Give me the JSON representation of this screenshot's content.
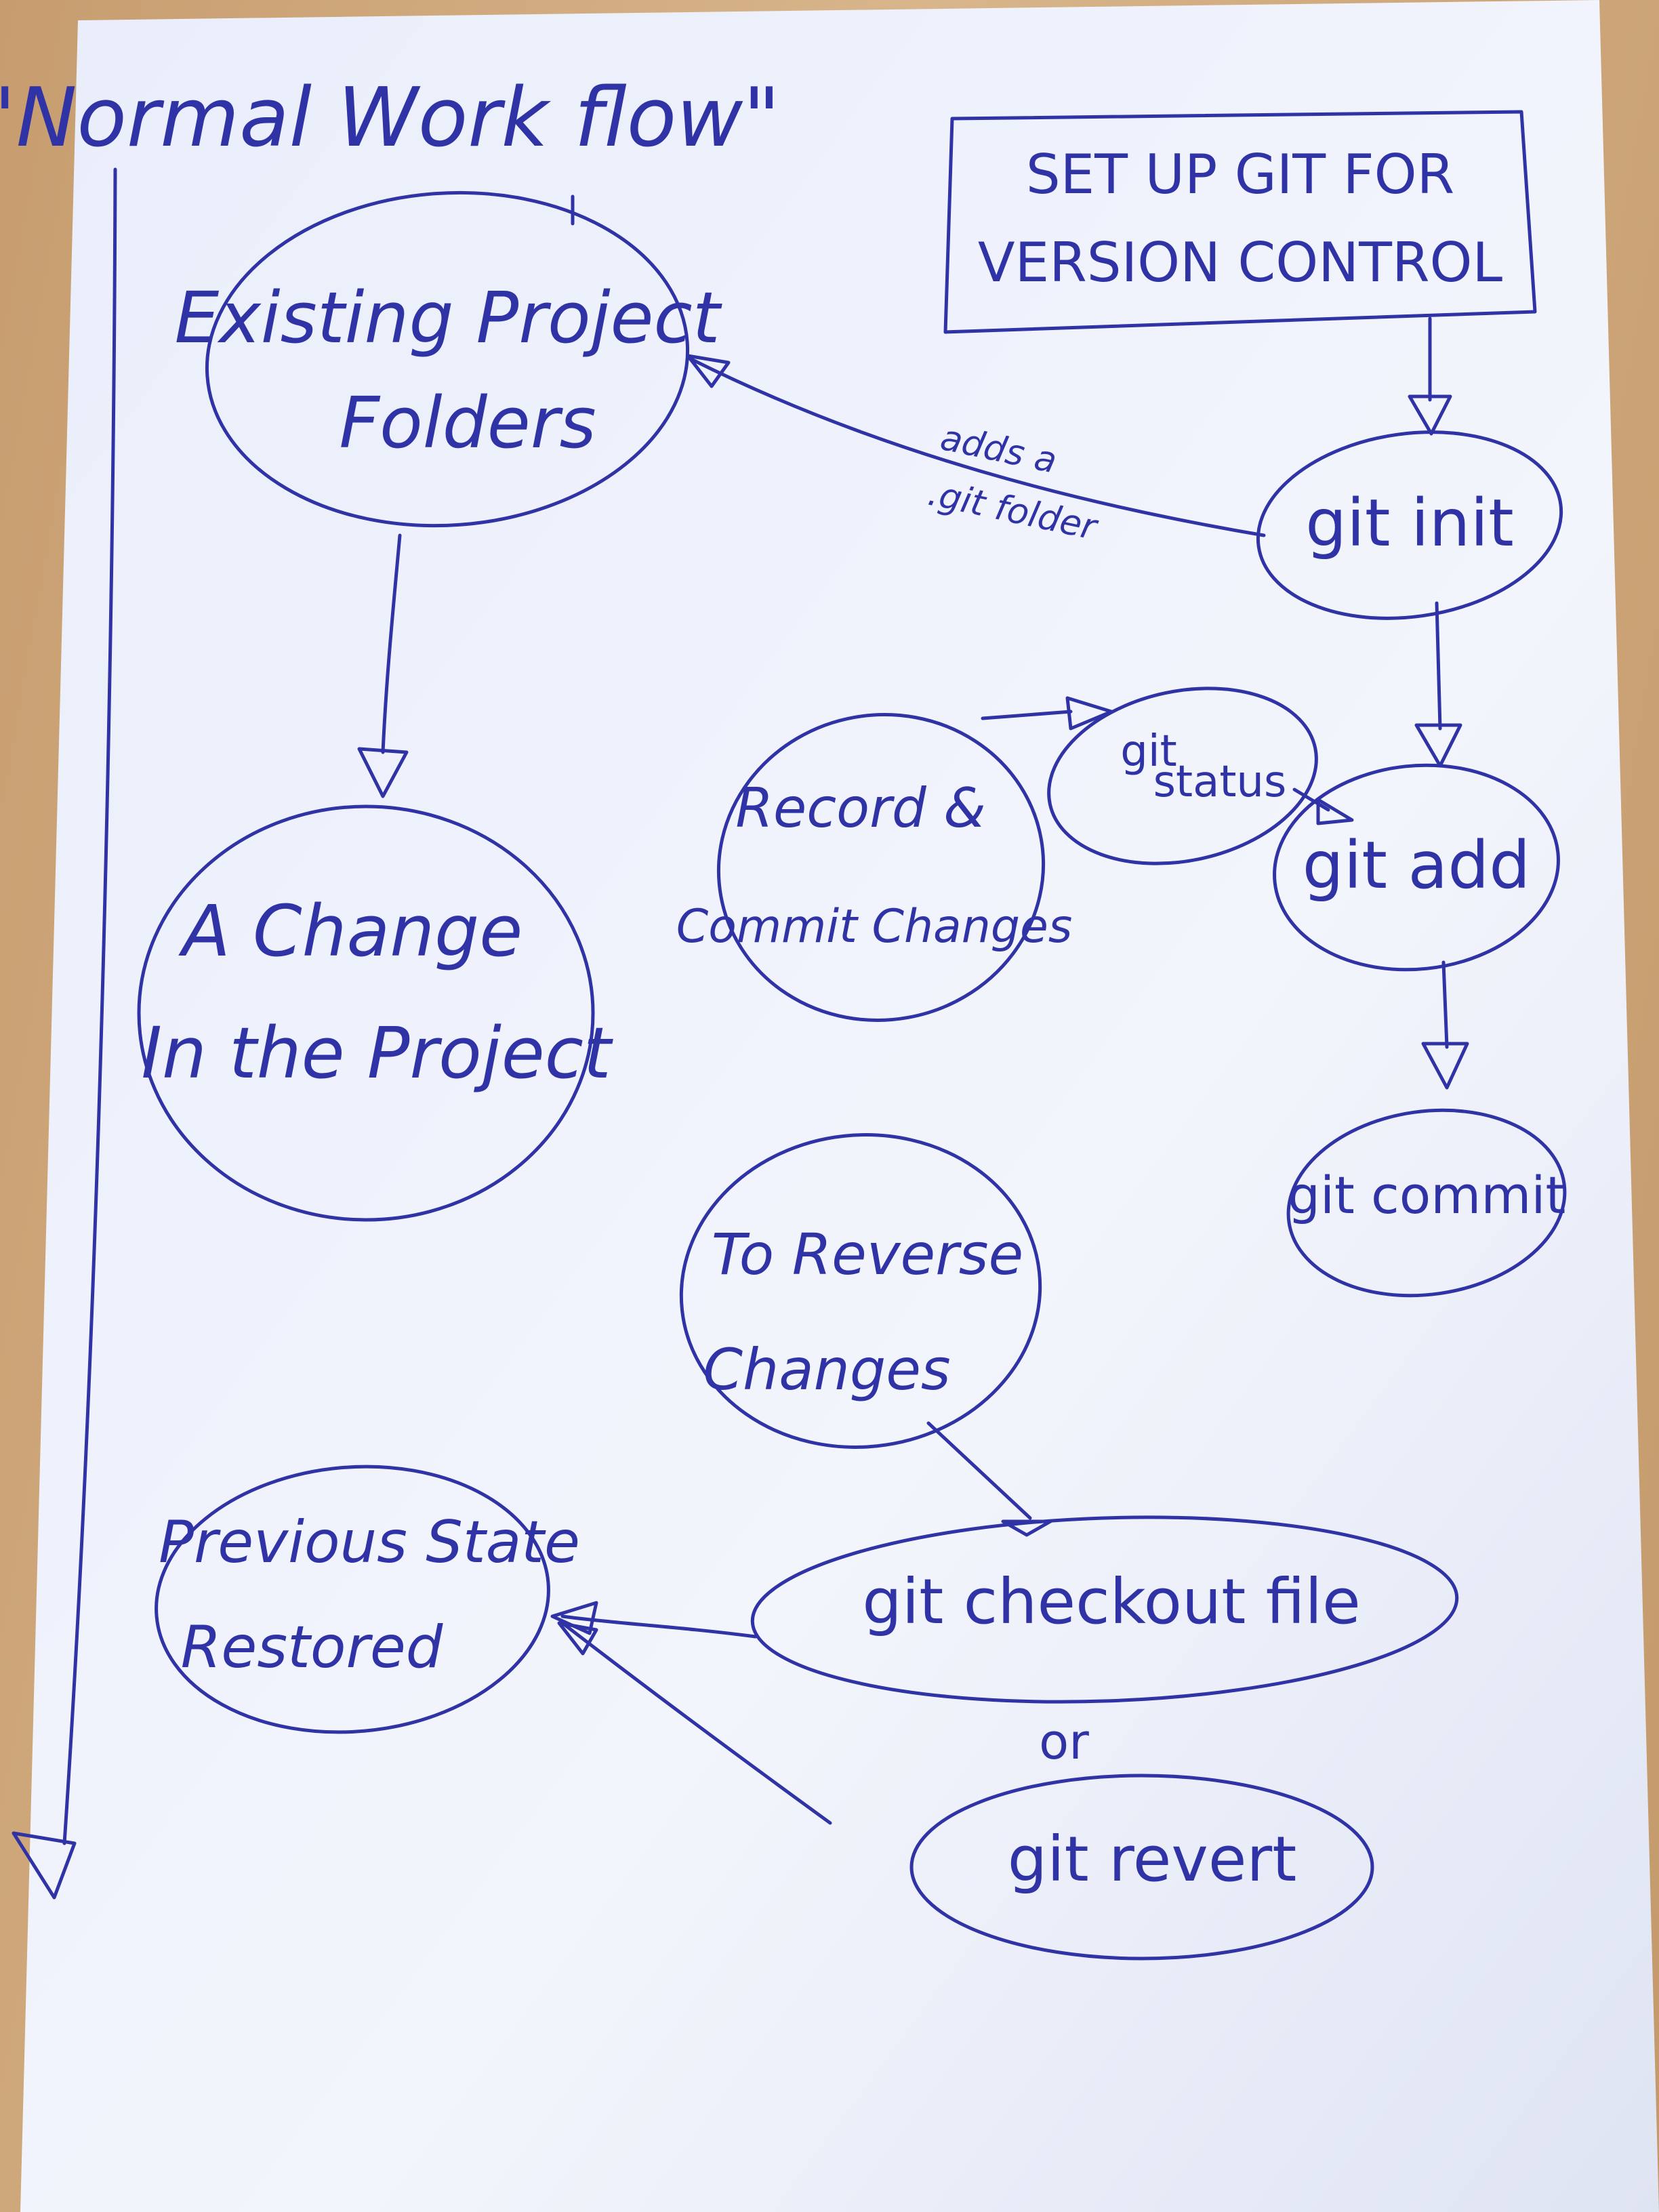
{
  "title": "\"Normal Work flow\"",
  "nodes": {
    "setup": {
      "line1": "SET UP GIT FOR",
      "line2": "VERSION CONTROL"
    },
    "existing": {
      "line1": "Existing Project",
      "line2": "Folders"
    },
    "change": {
      "line1": "A Change",
      "line2": "In the Project"
    },
    "record": {
      "line1": "Record &",
      "line2": "Commit Changes"
    },
    "status": {
      "line1": "git",
      "line2": "status"
    },
    "init": {
      "label": "git init"
    },
    "add": {
      "label": "git add"
    },
    "commit": {
      "label": "git commit"
    },
    "reverse": {
      "line1": "To Reverse",
      "line2": "Changes"
    },
    "previous": {
      "line1": "Previous State",
      "line2": "Restored"
    },
    "checkout": {
      "label": "git checkout file"
    },
    "revert": {
      "label": "git revert"
    }
  },
  "edge_labels": {
    "init_to_existing": {
      "line1": "adds a",
      "line2": ".git folder"
    },
    "or": "or"
  },
  "colors": {
    "ink": "#2f33a6",
    "paper": "#eef1fb",
    "desk": "#c9a47a"
  }
}
